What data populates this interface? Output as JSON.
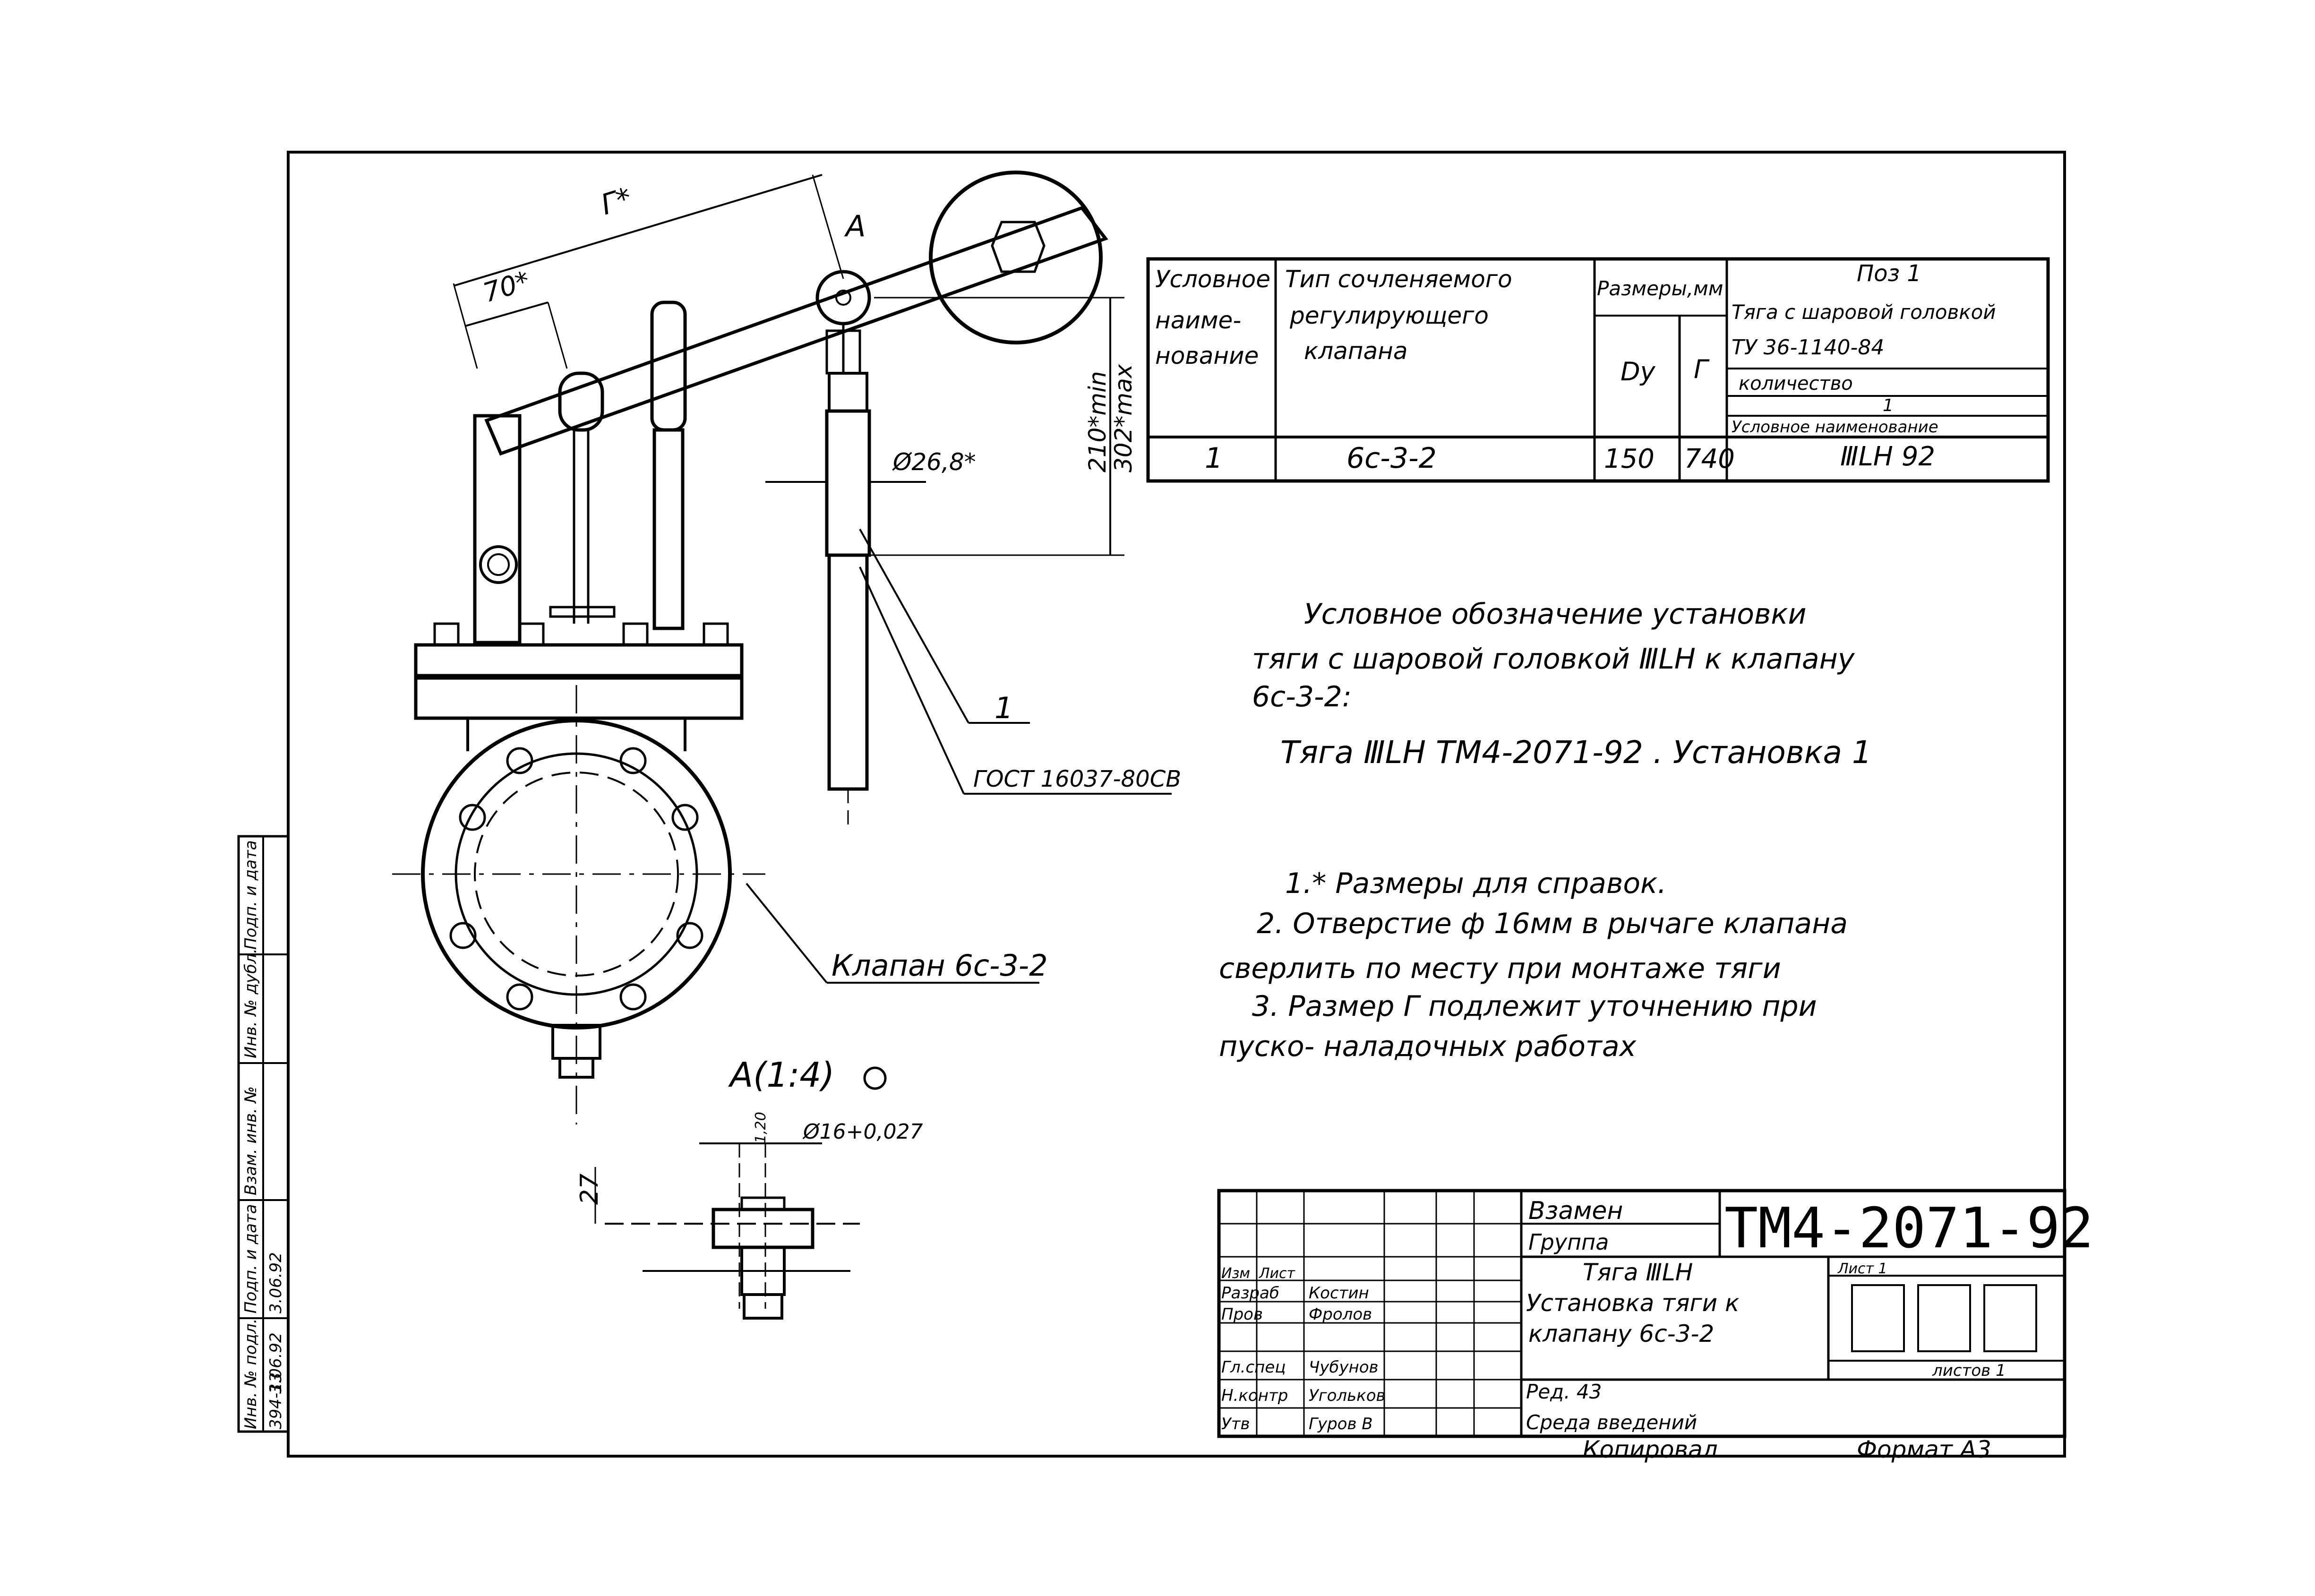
{
  "main_view": {
    "dim_g": "Г*",
    "dim_70": "70*",
    "section_a_mark": "A",
    "dim_26_8": "Ø26,8*",
    "dim_210_min": "210*min",
    "dim_302_max": "302*max",
    "callout_1": "1",
    "gost": "ГОСТ 16037-80СВ",
    "valve_label": "Клапан 6с-3-2"
  },
  "detail_view": {
    "title": "A(1:4)",
    "dim_27": "27",
    "dim_hole": "Ø16+0,027",
    "dim_small": "1,20"
  },
  "spec_table": {
    "headers": {
      "col1": [
        "Условное",
        "наиме-",
        "нование"
      ],
      "col2": [
        "Тип сочленяемого",
        "регулирующего",
        "клапана"
      ],
      "sizes": "Размеры,мм",
      "dy": "Dy",
      "g": "Г",
      "pos": "Поз 1",
      "pos_desc": "Тяга с шаровой головкой",
      "pos_tu": "ТУ 36-1140-84",
      "qty_label": "количество",
      "qty_value": "1",
      "name_label": "Условное наименование"
    },
    "row": {
      "name": "1",
      "type": "6с-3-2",
      "dy": "150",
      "g": "740",
      "designation": "ⅢLH 92"
    }
  },
  "designation_text": {
    "line1": "Условное обозначение установки",
    "line2": "тяги с шаровой головкой ⅢLH к клапану",
    "line3": "6с-3-2:",
    "line4": "Тяга ⅢLH ТМ4-2071-92 . Установка 1"
  },
  "notes": {
    "n1": "1.* Размеры для справок.",
    "n2a": "2. Отверстие ф 16мм в рычаге клапана",
    "n2b": "сверлить по месту при монтаже тяги",
    "n3a": "3. Размер Г подлежит уточнению при",
    "n3b": "пуско- наладочных работах"
  },
  "title_block": {
    "vzamen": "Взамен",
    "gruppa": "Группа",
    "doc_code": "ТМ4-2071-92",
    "title1": "Тяга ⅢLH",
    "title2": "Установка тяги к",
    "title3": "клапану 6с-3-2",
    "list_label": "Лист 1",
    "listov_label": "листов 1",
    "rows": [
      {
        "role": "Изм",
        "name": "Лист"
      },
      {
        "role": "Разраб",
        "name": "Костин"
      },
      {
        "role": "Пров",
        "name": "Фролов"
      },
      {
        "role": "Гл.спец",
        "name": "Чубунов"
      },
      {
        "role": "Н.контр",
        "name": "Угольков"
      },
      {
        "role": "Утв",
        "name": "Гуров В"
      }
    ],
    "org": "Ред. 43",
    "copied": "Копировал",
    "format": "Формат А3",
    "sreda": "Среда введений"
  },
  "side_stamp": {
    "cells": [
      "Подп. и дата",
      "Инв. № дубл.",
      "Взам. инв. №",
      "Подп. и дата",
      "Инв. № подл."
    ],
    "values": [
      "3.06.92",
      "3.06.92",
      "394-13"
    ]
  }
}
